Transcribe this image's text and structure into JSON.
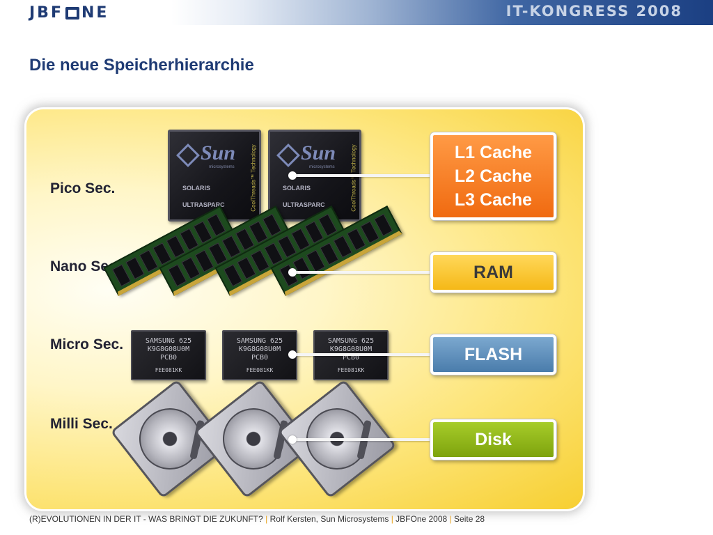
{
  "header": {
    "logo_parts": [
      "JBF",
      "NE"
    ],
    "event": "IT-KONGRESS 2008"
  },
  "slide": {
    "title": "Die neue Speicherhierarchie"
  },
  "illustration": {
    "rows": [
      {
        "label": "Pico Sec."
      },
      {
        "label": "Nano Sec."
      },
      {
        "label": "Micro Sec."
      },
      {
        "label": "Milli Sec."
      }
    ],
    "cpu_chip": {
      "brand": "Sun",
      "sub": "microsystems",
      "os": "SOLARIS",
      "line": "ULTRASPARC",
      "side": "CoolThreads™ Technology"
    },
    "flash_chip": {
      "lines": [
        "SAMSUNG 625",
        "K9G8G08U0M",
        "PCB0",
        "FEE081KK"
      ]
    },
    "tiers": {
      "cache": [
        "L1 Cache",
        "L2 Cache",
        "L3 Cache"
      ],
      "ram": "RAM",
      "flash": "FLASH",
      "disk": "Disk"
    },
    "colors": {
      "cache": "#f06a10",
      "ram": "#f5b817",
      "flash": "#4a7cab",
      "disk": "#7ea30d"
    }
  },
  "footer": {
    "talk": "(R)EVOLUTIONEN IN DER IT - WAS BRINGT DIE ZUKUNFT?",
    "sep": "|",
    "speaker": "Rolf Kersten, Sun Microsystems",
    "event": "JBFOne 2008",
    "page": "Seite 28"
  }
}
